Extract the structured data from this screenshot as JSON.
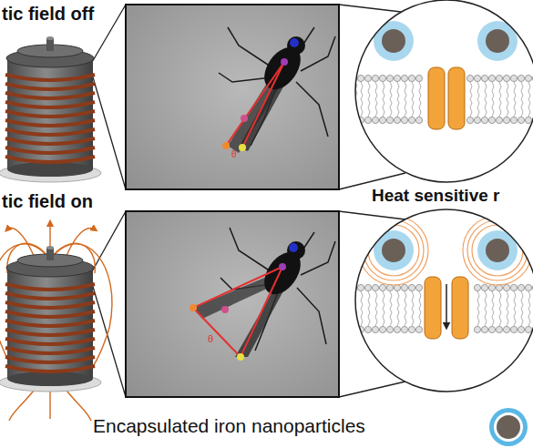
{
  "diagram": {
    "labels": [
      "tic field off",
      "tic field on",
      "Heat sensitive r",
      "θ",
      "θ",
      "Encapsulated iron nanoparticles"
    ]
  }
}
